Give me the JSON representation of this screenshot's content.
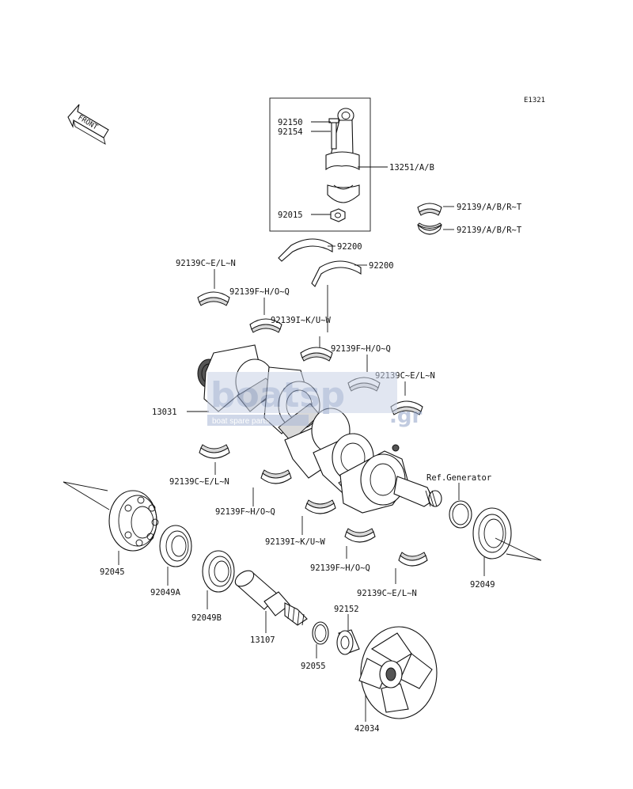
{
  "diagram_code": "E1321",
  "front_label": "FRONT",
  "watermark": {
    "brand": "boatsp",
    "tld": ".gr",
    "tagline": "boat spare parts"
  },
  "labels": {
    "p92150": "92150",
    "p92154": "92154",
    "p13251": "13251/A/B",
    "p92015": "92015",
    "p92139_ab_1": "92139/A/B/R~T",
    "p92139_ab_2": "92139/A/B/R~T",
    "p92200_a": "92200",
    "p92200_b": "92200",
    "p92139_cel_1": "92139C~E/L~N",
    "p92139_fho_1": "92139F~H/O~Q",
    "p92139_iku_1": "92139I~K/U~W",
    "p92139_fho_2": "92139F~H/O~Q",
    "p92139_cel_2": "92139C~E/L~N",
    "p13031": "13031",
    "p92139_cel_3": "92139C~E/L~N",
    "ref_generator": "Ref.Generator",
    "p92139_fho_3": "92139F~H/O~Q",
    "p92139_iku_2": "92139I~K/U~W",
    "p92139_fho_4": "92139F~H/O~Q",
    "p92139_cel_4": "92139C~E/L~N",
    "p92045": "92045",
    "p92049a": "92049A",
    "p92049b": "92049B",
    "p13107": "13107",
    "p92152": "92152",
    "p92055": "92055",
    "p92049": "92049",
    "p42034": "42034"
  }
}
